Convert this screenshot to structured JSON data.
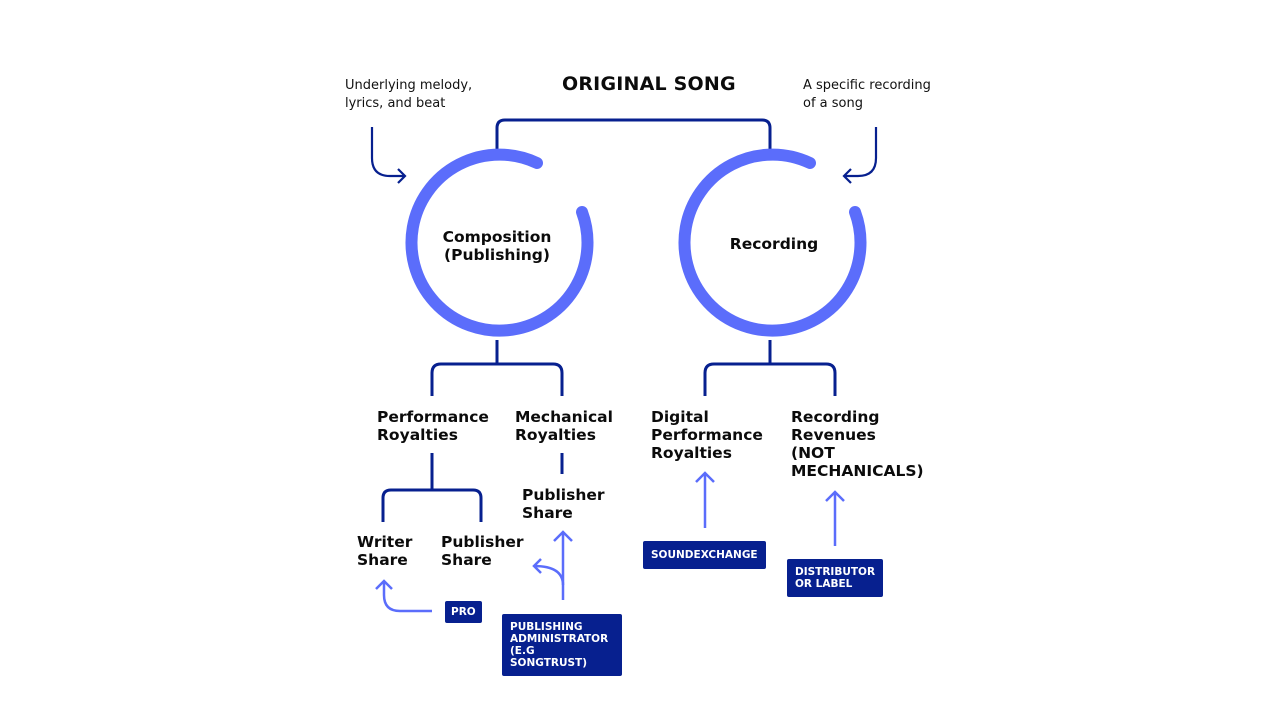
{
  "title": "ORIGINAL SONG",
  "notes": {
    "left": [
      "Underlying melody,",
      "lyrics, and beat"
    ],
    "right": [
      "A specific recording",
      "of a song"
    ]
  },
  "nodes": {
    "composition": [
      "Composition",
      "(Publishing)"
    ],
    "recording": [
      "Recording"
    ],
    "performance_royalties": [
      "Performance",
      "Royalties"
    ],
    "mechanical_royalties": [
      "Mechanical",
      "Royalties"
    ],
    "digital_performance_royalties": [
      "Digital",
      "Performance",
      "Royalties"
    ],
    "recording_revenues": [
      "Recording",
      "Revenues",
      "(NOT",
      "MECHANICALS)"
    ],
    "writer_share": [
      "Writer",
      "Share"
    ],
    "publisher_share_performance": [
      "Publisher",
      "Share"
    ],
    "publisher_share_mechanical": [
      "Publisher",
      "Share"
    ]
  },
  "badges": {
    "pro": [
      "PRO"
    ],
    "publishing_administrator": [
      "PUBLISHING",
      "ADMINISTRATOR",
      "(E.G SONGTRUST)"
    ],
    "soundexchange": [
      "SOUNDEXCHANGE"
    ],
    "distributor": [
      "DISTRIBUTOR",
      "OR LABEL"
    ]
  },
  "colors": {
    "dark_blue": "#07208f",
    "light_blue": "#5b6dfb",
    "text": "#0b0b0b"
  }
}
